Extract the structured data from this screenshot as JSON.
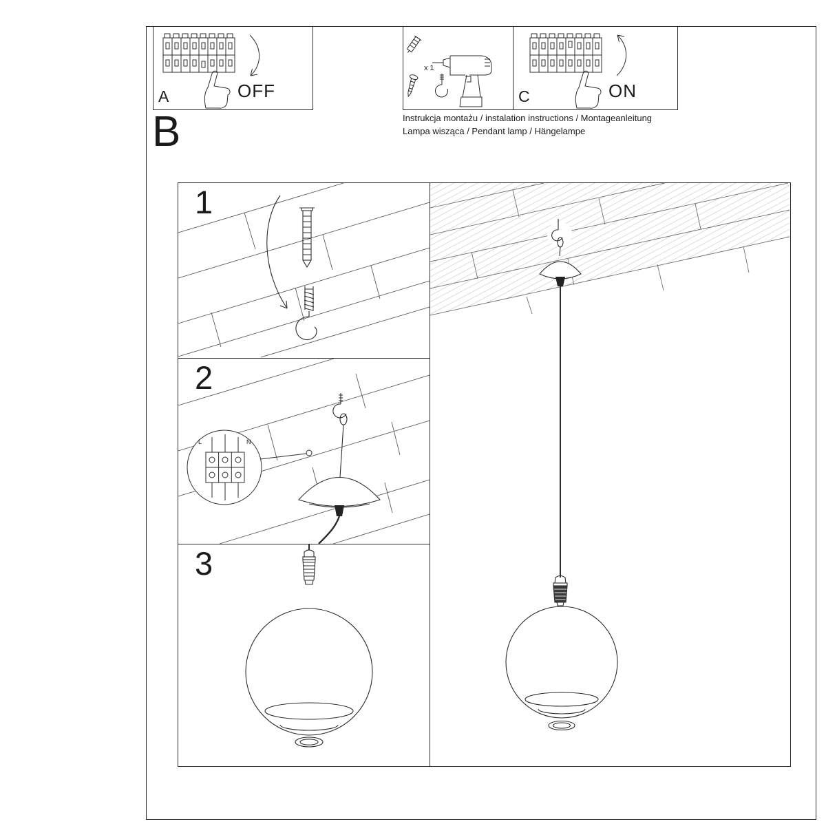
{
  "header": {
    "line1": "Instrukcja montażu / instalation instructions / Montageanleitung",
    "line2": "Lampa wisząca / Pendant lamp / Hängelampe"
  },
  "panels": {
    "a": {
      "label": "A",
      "state": "OFF"
    },
    "tools": {
      "quantity": "x 1"
    },
    "c": {
      "label": "C",
      "state": "ON"
    }
  },
  "section_label": "B",
  "steps": [
    {
      "number": "1"
    },
    {
      "number": "2"
    },
    {
      "number": "3"
    }
  ],
  "wiring": {
    "left_label": "L",
    "right_label": "N"
  },
  "colors": {
    "ink": "#2b2b2b",
    "paper": "#ffffff"
  }
}
